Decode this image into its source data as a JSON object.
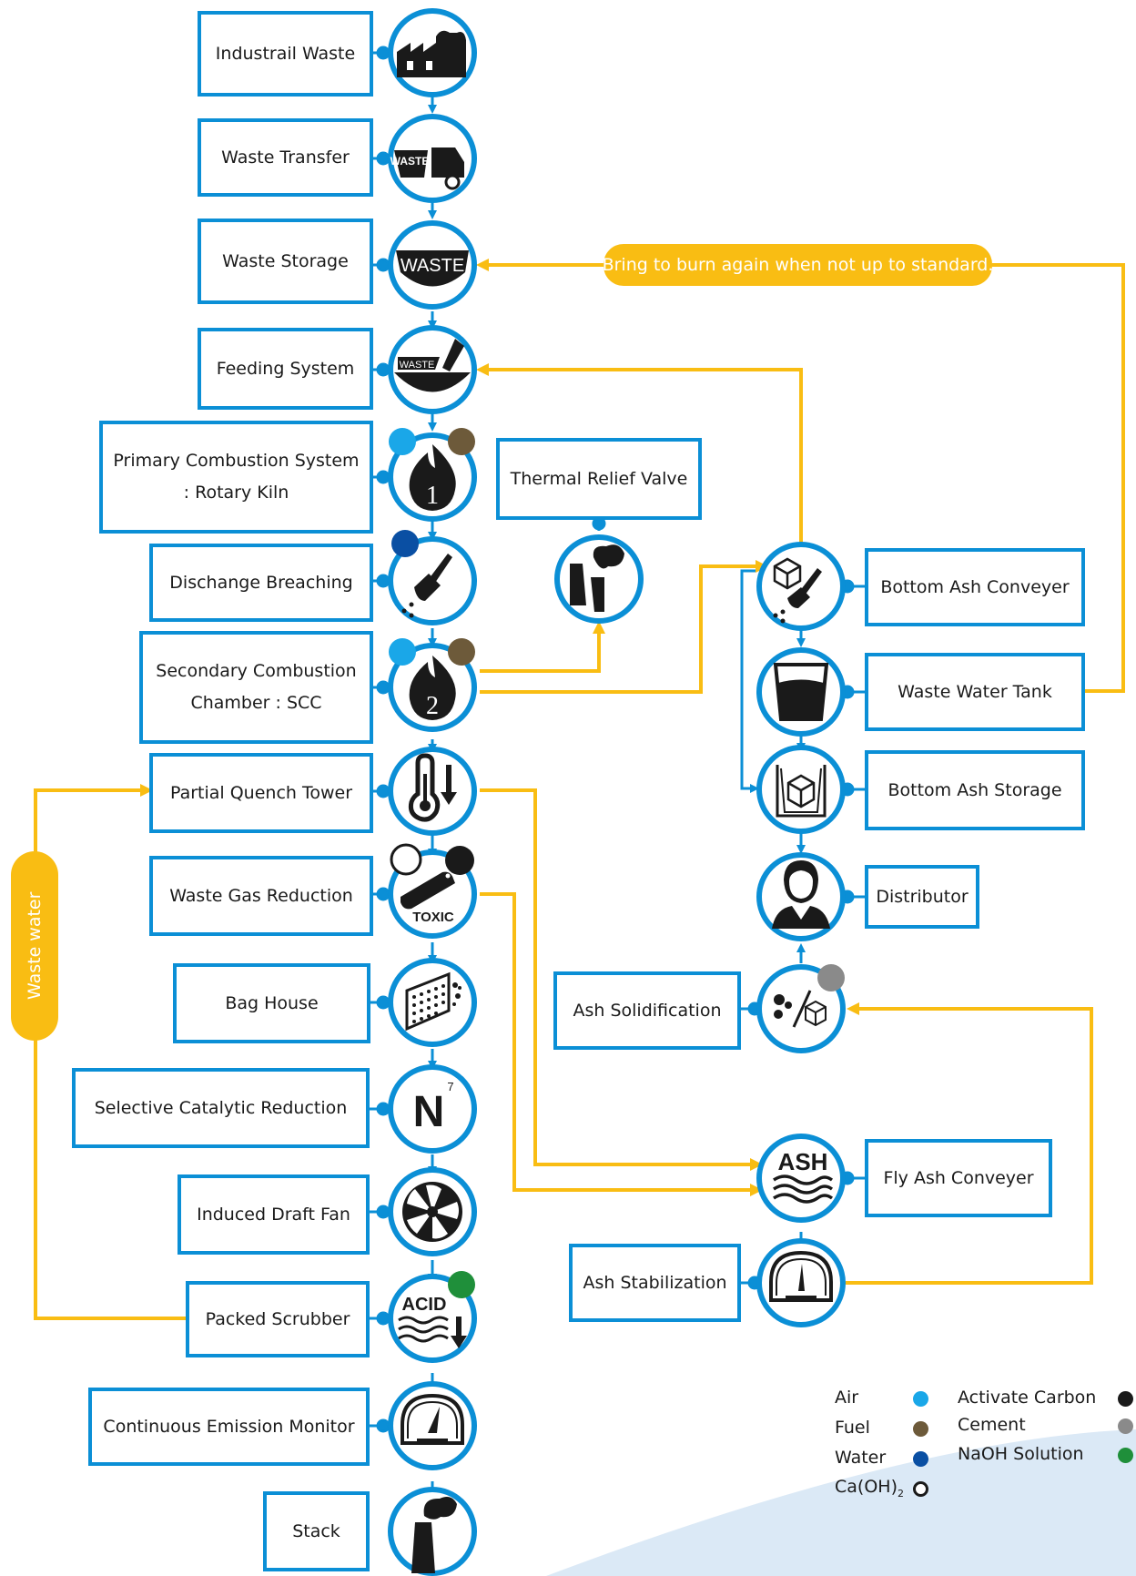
{
  "steps": {
    "industrial_waste": "Industrail Waste",
    "waste_transfer": "Waste Transfer",
    "waste_storage": "Waste Storage",
    "feeding_system": "Feeding System",
    "primary_combustion_1": "Primary Combustion System",
    "primary_combustion_2": ": Rotary Kiln",
    "discharge_breaching": "Dischange Breaching",
    "secondary_combustion_1": "Secondary Combustion",
    "secondary_combustion_2": "Chamber : SCC",
    "partial_quench_tower": "Partial Quench Tower",
    "waste_gas_reduction": "Waste Gas Reduction",
    "bag_house": "Bag House",
    "selective_catalytic_reduction": "Selective Catalytic Reduction",
    "induced_draft_fan": "Induced Draft Fan",
    "packed_scrubber": "Packed Scrubber",
    "continuous_emission_monitor": "Continuous Emission Monitor",
    "stack": "Stack",
    "thermal_relief_valve": "Thermal Relief Valve",
    "bottom_ash_conveyer": "Bottom Ash Conveyer",
    "waste_water_tank": "Waste Water Tank",
    "bottom_ash_storage": "Bottom Ash Storage",
    "distributor": "Distributor",
    "ash_solidification": "Ash Solidification",
    "fly_ash_conveyer": "Fly Ash Conveyer",
    "ash_stabilization": "Ash Stabilization"
  },
  "icon_text": {
    "waste_truck": "WASTE",
    "waste_storage": "WASTE",
    "feeding": "WASTE",
    "primary_number": "1",
    "secondary_number": "2",
    "toxic": "TOXIC",
    "scr_letter": "N",
    "scr_superscript": "7",
    "ash": "ASH",
    "acid": "ACID"
  },
  "annotations": {
    "burn_again": "Bring to burn again when not up to standard.",
    "waste_water": "Waste water"
  },
  "legend": {
    "air": "Air",
    "fuel": "Fuel",
    "water": "Water",
    "caoh_main": "Ca(OH)",
    "caoh_sub": "2",
    "activated_carbon": "Activate Carbon",
    "cement": "Cement",
    "naoh": "NaOH Solution"
  },
  "colors": {
    "box_border": "#0b8fd6",
    "flow_arrow": "#f9bd13",
    "air": "#1aa7e8",
    "fuel": "#6d5a3a",
    "water": "#0a4fa3",
    "caoh": "#ffffff",
    "activated_carbon": "#1a1a1a",
    "cement": "#8a8a8a",
    "naoh": "#1f8f3a"
  }
}
